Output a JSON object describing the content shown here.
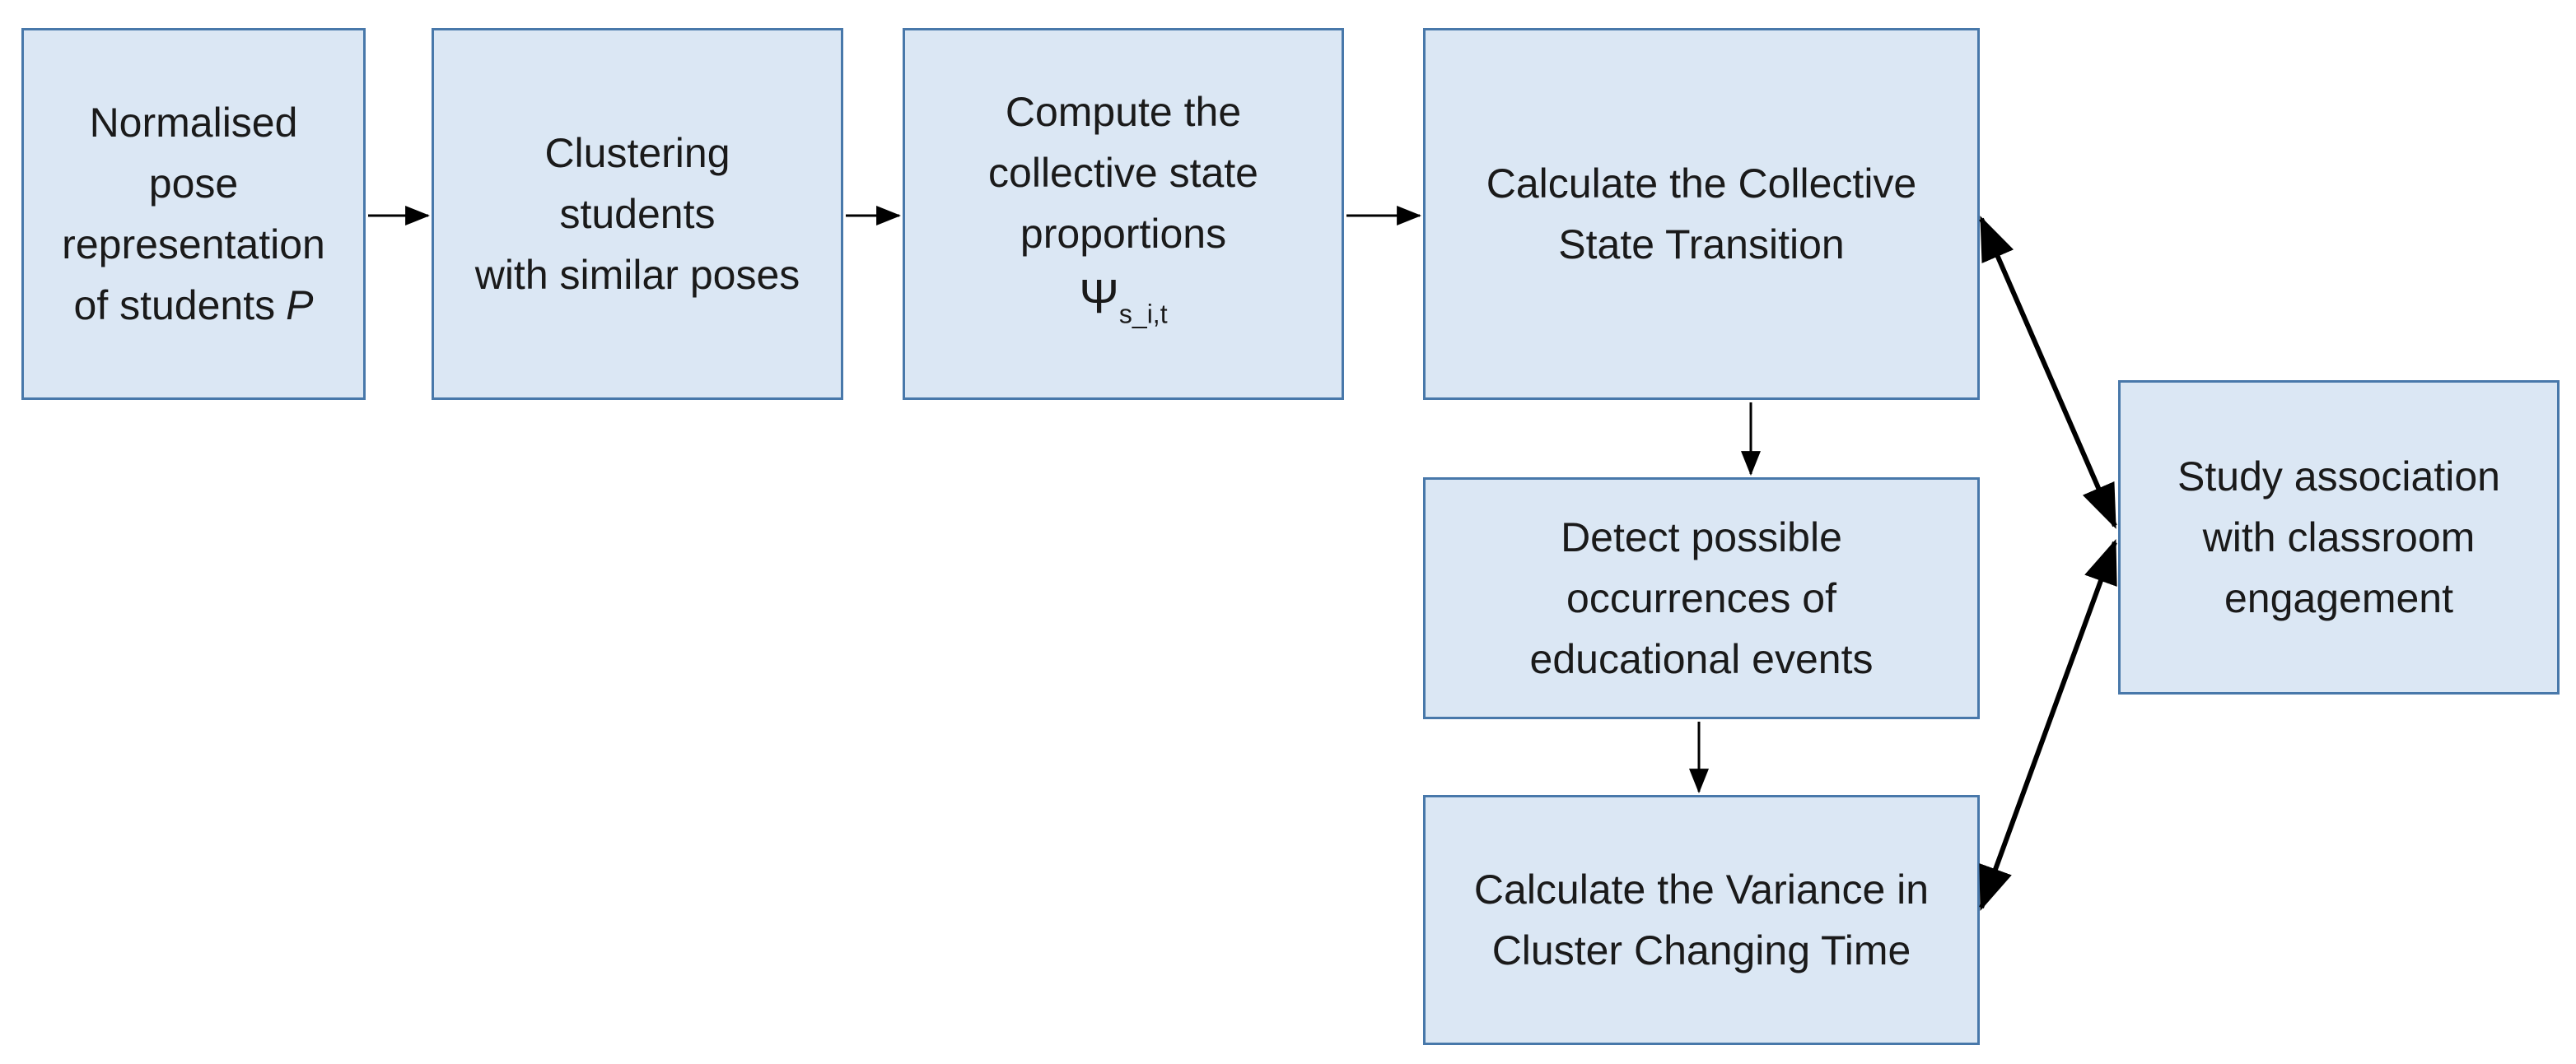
{
  "diagram": {
    "type": "flowchart",
    "background_color": "#ffffff",
    "node_fill_color": "#dbe7f4",
    "node_border_color": "#4878aa",
    "text_color": "#1a1a1a",
    "arrow_color": "#000000",
    "nodes": {
      "box1": {
        "id": "normalised-pose-representation",
        "lines": [
          "Normalised",
          "pose",
          "representation"
        ],
        "line4_text": "of students",
        "line4_symbol": "P"
      },
      "box2": {
        "id": "clustering-students",
        "lines": [
          "Clustering",
          "students",
          "with similar poses"
        ]
      },
      "box3": {
        "id": "compute-collective-state-proportions",
        "lines": [
          "Compute the",
          "collective state",
          "proportions"
        ],
        "psi_symbol": "Ψ",
        "psi_subscript": "s_i,t"
      },
      "box4": {
        "id": "calculate-collective-state-transition",
        "lines": [
          "Calculate the Collective",
          "State Transition"
        ]
      },
      "box5": {
        "id": "detect-educational-events",
        "lines": [
          "Detect possible",
          "occurrences of",
          "educational events"
        ]
      },
      "box6": {
        "id": "calculate-variance-cluster-changing-time",
        "lines": [
          "Calculate the Variance in",
          "Cluster Changing Time"
        ]
      },
      "box7": {
        "id": "study-association-engagement",
        "lines": [
          "Study association",
          "with classroom",
          "engagement"
        ]
      }
    },
    "edges": [
      {
        "from": "normalised-pose-representation",
        "to": "clustering-students",
        "type": "single-arrow",
        "direction": "right"
      },
      {
        "from": "clustering-students",
        "to": "compute-collective-state-proportions",
        "type": "single-arrow",
        "direction": "right"
      },
      {
        "from": "compute-collective-state-proportions",
        "to": "calculate-collective-state-transition",
        "type": "single-arrow",
        "direction": "right"
      },
      {
        "from": "calculate-collective-state-transition",
        "to": "detect-educational-events",
        "type": "single-arrow",
        "direction": "down"
      },
      {
        "from": "detect-educational-events",
        "to": "calculate-variance-cluster-changing-time",
        "type": "single-arrow",
        "direction": "down"
      },
      {
        "from": "calculate-collective-state-transition",
        "to": "study-association-engagement",
        "type": "double-arrow",
        "direction": "both"
      },
      {
        "from": "calculate-variance-cluster-changing-time",
        "to": "study-association-engagement",
        "type": "double-arrow",
        "direction": "both"
      }
    ]
  }
}
